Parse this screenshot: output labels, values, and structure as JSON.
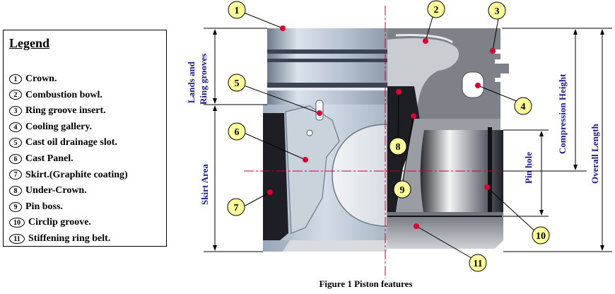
{
  "legend": {
    "title": "Legend",
    "items": [
      {
        "num": "1",
        "label": "Crown."
      },
      {
        "num": "2",
        "label": "Combustion bowl."
      },
      {
        "num": "3",
        "label": "Ring groove insert."
      },
      {
        "num": "4",
        "label": "Cooling gallery."
      },
      {
        "num": "5",
        "label": "Cast oil drainage slot."
      },
      {
        "num": "6",
        "label": "Cast Panel."
      },
      {
        "num": "7",
        "label": "Skirt.(Graphite coating)"
      },
      {
        "num": "8",
        "label": "Under-Crown."
      },
      {
        "num": "9",
        "label": "Pin boss."
      },
      {
        "num": "10",
        "label": "Circlip groove."
      },
      {
        "num": "11",
        "label": "Stiffening ring belt."
      }
    ]
  },
  "dimensions": {
    "lands_line1": "Lands and",
    "lands_line2": "Ring grooves",
    "skirt_area": "Skirt Area",
    "pin_hole": "Pin hole",
    "compression_height": "Compression Height",
    "overall_length": "Overall Length"
  },
  "callouts": [
    "1",
    "2",
    "3",
    "4",
    "5",
    "6",
    "7",
    "8",
    "9",
    "10",
    "11"
  ],
  "caption": "Figure 1 Piston features",
  "colors": {
    "callout_fill": "#ffff99",
    "marker": "#dd0033",
    "centerline": "#cc0033",
    "label_blue": "#1a1a8c",
    "metal_light": "#b5c3d1",
    "metal_section": "#7d7f84",
    "dark": "#1b1d22"
  }
}
